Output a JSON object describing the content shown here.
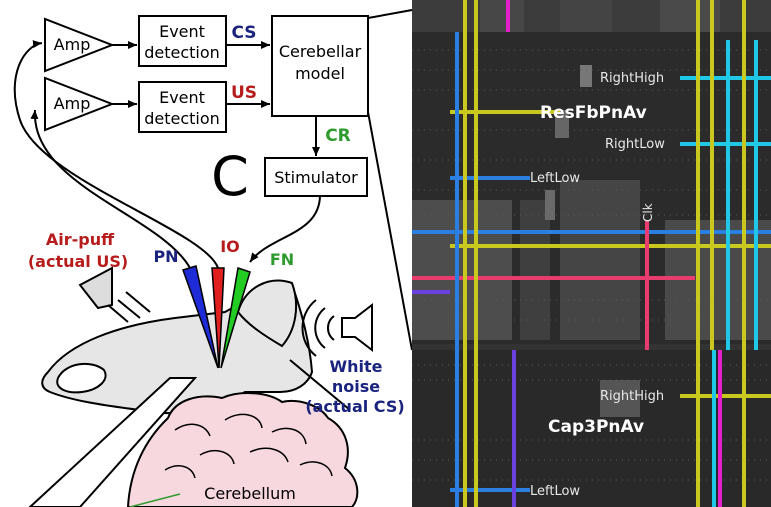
{
  "left_panel": {
    "amp_top": "Amp",
    "amp_bottom": "Amp",
    "event_top_line1": "Event",
    "event_top_line2": "detection",
    "event_bottom_line1": "Event",
    "event_bottom_line2": "detection",
    "cs_label": "CS",
    "us_label": "US",
    "model_line1": "Cerebellar",
    "model_line2": "model",
    "cr_label": "CR",
    "stimulator": "Stimulator",
    "panel_letter": "C",
    "pn_label": "PN",
    "io_label": "IO",
    "fn_label": "FN",
    "airpuff_line1": "Air-puff",
    "airpuff_line2": "(actual US)",
    "noise_line1": "White",
    "noise_line2": "noise",
    "noise_line3": "(actual CS)",
    "cerebellum": "Cerebellum"
  },
  "right_panel": {
    "label_righthigh_top": "RightHigh",
    "label_resfb": "ResFbPnAv",
    "label_rightlow": "RightLow",
    "label_leftlow_top": "LeftLow",
    "label_clk": "Clk",
    "label_righthigh_bottom": "RightHigh",
    "label_cap3": "Cap3PnAv",
    "label_leftlow_bottom": "LeftLow"
  },
  "colors": {
    "cs_blue": "#1a237e",
    "us_red": "#b71c1c",
    "cr_green": "#2e9b2e",
    "pn_electrode": "#1e2bd6",
    "io_electrode": "#e0201e",
    "fn_electrode": "#22cc22",
    "brain_pink": "#f8d8df",
    "chip_bg": "#333333",
    "wire_yellow": "#c8c81e",
    "wire_blue": "#2a7fe0",
    "wire_cyan": "#1ec8e6",
    "wire_pink": "#e83c6e",
    "wire_magenta": "#e61ecc",
    "wire_purple": "#6a40e0"
  }
}
